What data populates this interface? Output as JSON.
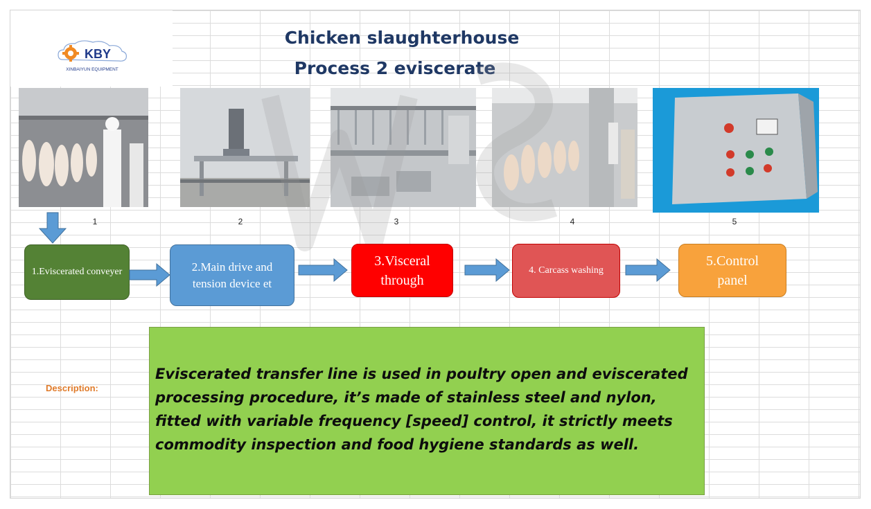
{
  "header": {
    "logo_text": "KBY",
    "logo_subtext": "XINBAIYUN EQUIPMENT",
    "title_line1": "Chicken slaughterhouse",
    "title_line2": "Process  2 eviscerate"
  },
  "photos": [
    {
      "number": "1",
      "subject": "workers at eviscerated conveyor"
    },
    {
      "number": "2",
      "subject": "main drive and tension device"
    },
    {
      "number": "3",
      "subject": "visceral trough under shackles"
    },
    {
      "number": "4",
      "subject": "carcass washing line"
    },
    {
      "number": "5",
      "subject": "stainless control panel"
    }
  ],
  "steps": [
    {
      "label": "1.Eviscerated conveyer",
      "color": "#548235"
    },
    {
      "label": "2.Main drive and tension device et",
      "color": "#5b9bd5"
    },
    {
      "label": "3.Visceral through",
      "color": "#ff0000"
    },
    {
      "label": "4. Carcass washing",
      "color": "#e05555"
    },
    {
      "label": "5.Control panel",
      "color": "#f8a23c"
    }
  ],
  "description": {
    "label": "Description:",
    "text": "Eviscerated transfer line is used in poultry open and eviscerated processing procedure, it’s made of stainless steel and nylon, fitted with variable frequency [speed] control, it strictly meets commodity inspection and food hygiene standards as well.",
    "color": "#92d050"
  },
  "colors": {
    "title": "#1f3864",
    "arrow": "#5b9bd5",
    "label": "#e07b2a"
  }
}
